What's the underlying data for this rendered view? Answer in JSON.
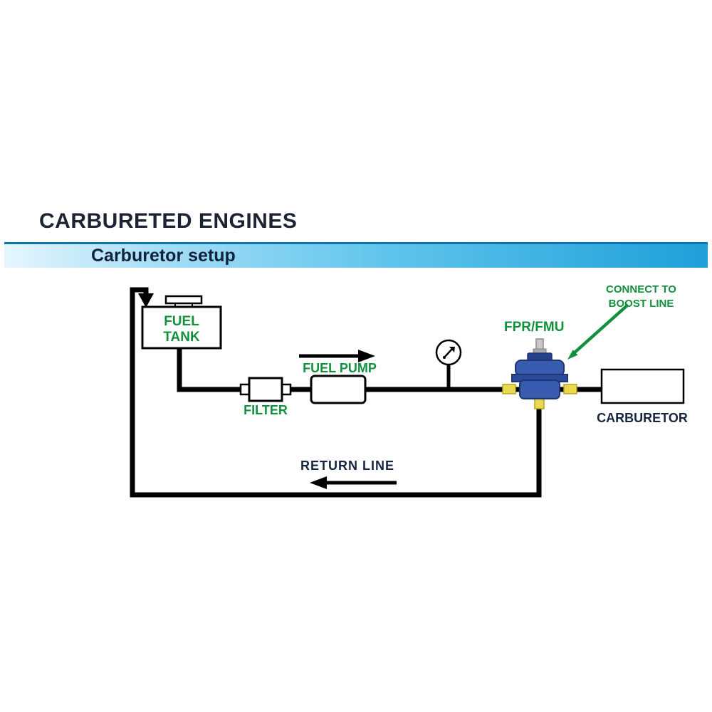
{
  "header": {
    "title": "CARBURETED ENGINES",
    "section": "Carburetor setup"
  },
  "labels": {
    "fuel_tank": "FUEL\nTANK",
    "filter": "FILTER",
    "fuel_pump": "FUEL PUMP",
    "fpr_fmu": "FPR/FMU",
    "connect_boost": "CONNECT TO\nBOOST LINE",
    "carburetor": "CARBURETOR",
    "return_line": "RETURN LINE"
  },
  "icons": {
    "gauge": "pressure-gauge-icon",
    "flow_arrow": "flow-direction-right-arrow",
    "return_arrow": "return-flow-left-arrow",
    "boost_arrow": "boost-line-pointer-arrow",
    "tank_inlet_arrow": "tank-inlet-down-arrow"
  },
  "colors": {
    "label_green": "#12913d",
    "heading_navy": "#1c2333",
    "line_black": "#000000",
    "regulator_blue": "#3a5cb0",
    "fitting_yellow": "#ead94e",
    "banner_gradient_start": "#e6f6fd",
    "banner_gradient_end": "#1e9fd8",
    "banner_border": "#0d74ad"
  }
}
